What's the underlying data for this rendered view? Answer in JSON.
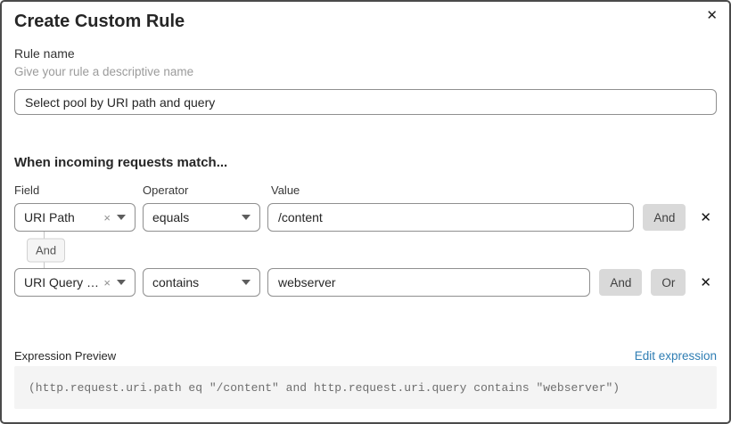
{
  "dialog": {
    "title": "Create Custom Rule",
    "close_icon": "✕"
  },
  "rule_name": {
    "label": "Rule name",
    "hint": "Give your rule a descriptive name",
    "value": "Select pool by URI path and query"
  },
  "matcher": {
    "heading": "When incoming requests match...",
    "columns": {
      "field": "Field",
      "operator": "Operator",
      "value": "Value"
    },
    "connector_label": "And",
    "rows": [
      {
        "field": "URI Path",
        "operator": "equals",
        "value": "/content",
        "and_label": "And",
        "clear_icon": "×",
        "delete_icon": "✕"
      },
      {
        "field": "URI Query St...",
        "operator": "contains",
        "value": "webserver",
        "and_label": "And",
        "or_label": "Or",
        "clear_icon": "×",
        "delete_icon": "✕"
      }
    ]
  },
  "expression": {
    "label": "Expression Preview",
    "edit_link": "Edit expression",
    "code": "(http.request.uri.path eq \"/content\" and http.request.uri.query contains \"webserver\")"
  },
  "colors": {
    "link_blue": "#2e7db3",
    "button_gray": "#d9d9d9",
    "code_bg": "#f4f4f4",
    "border_gray": "#8f8f8f"
  }
}
